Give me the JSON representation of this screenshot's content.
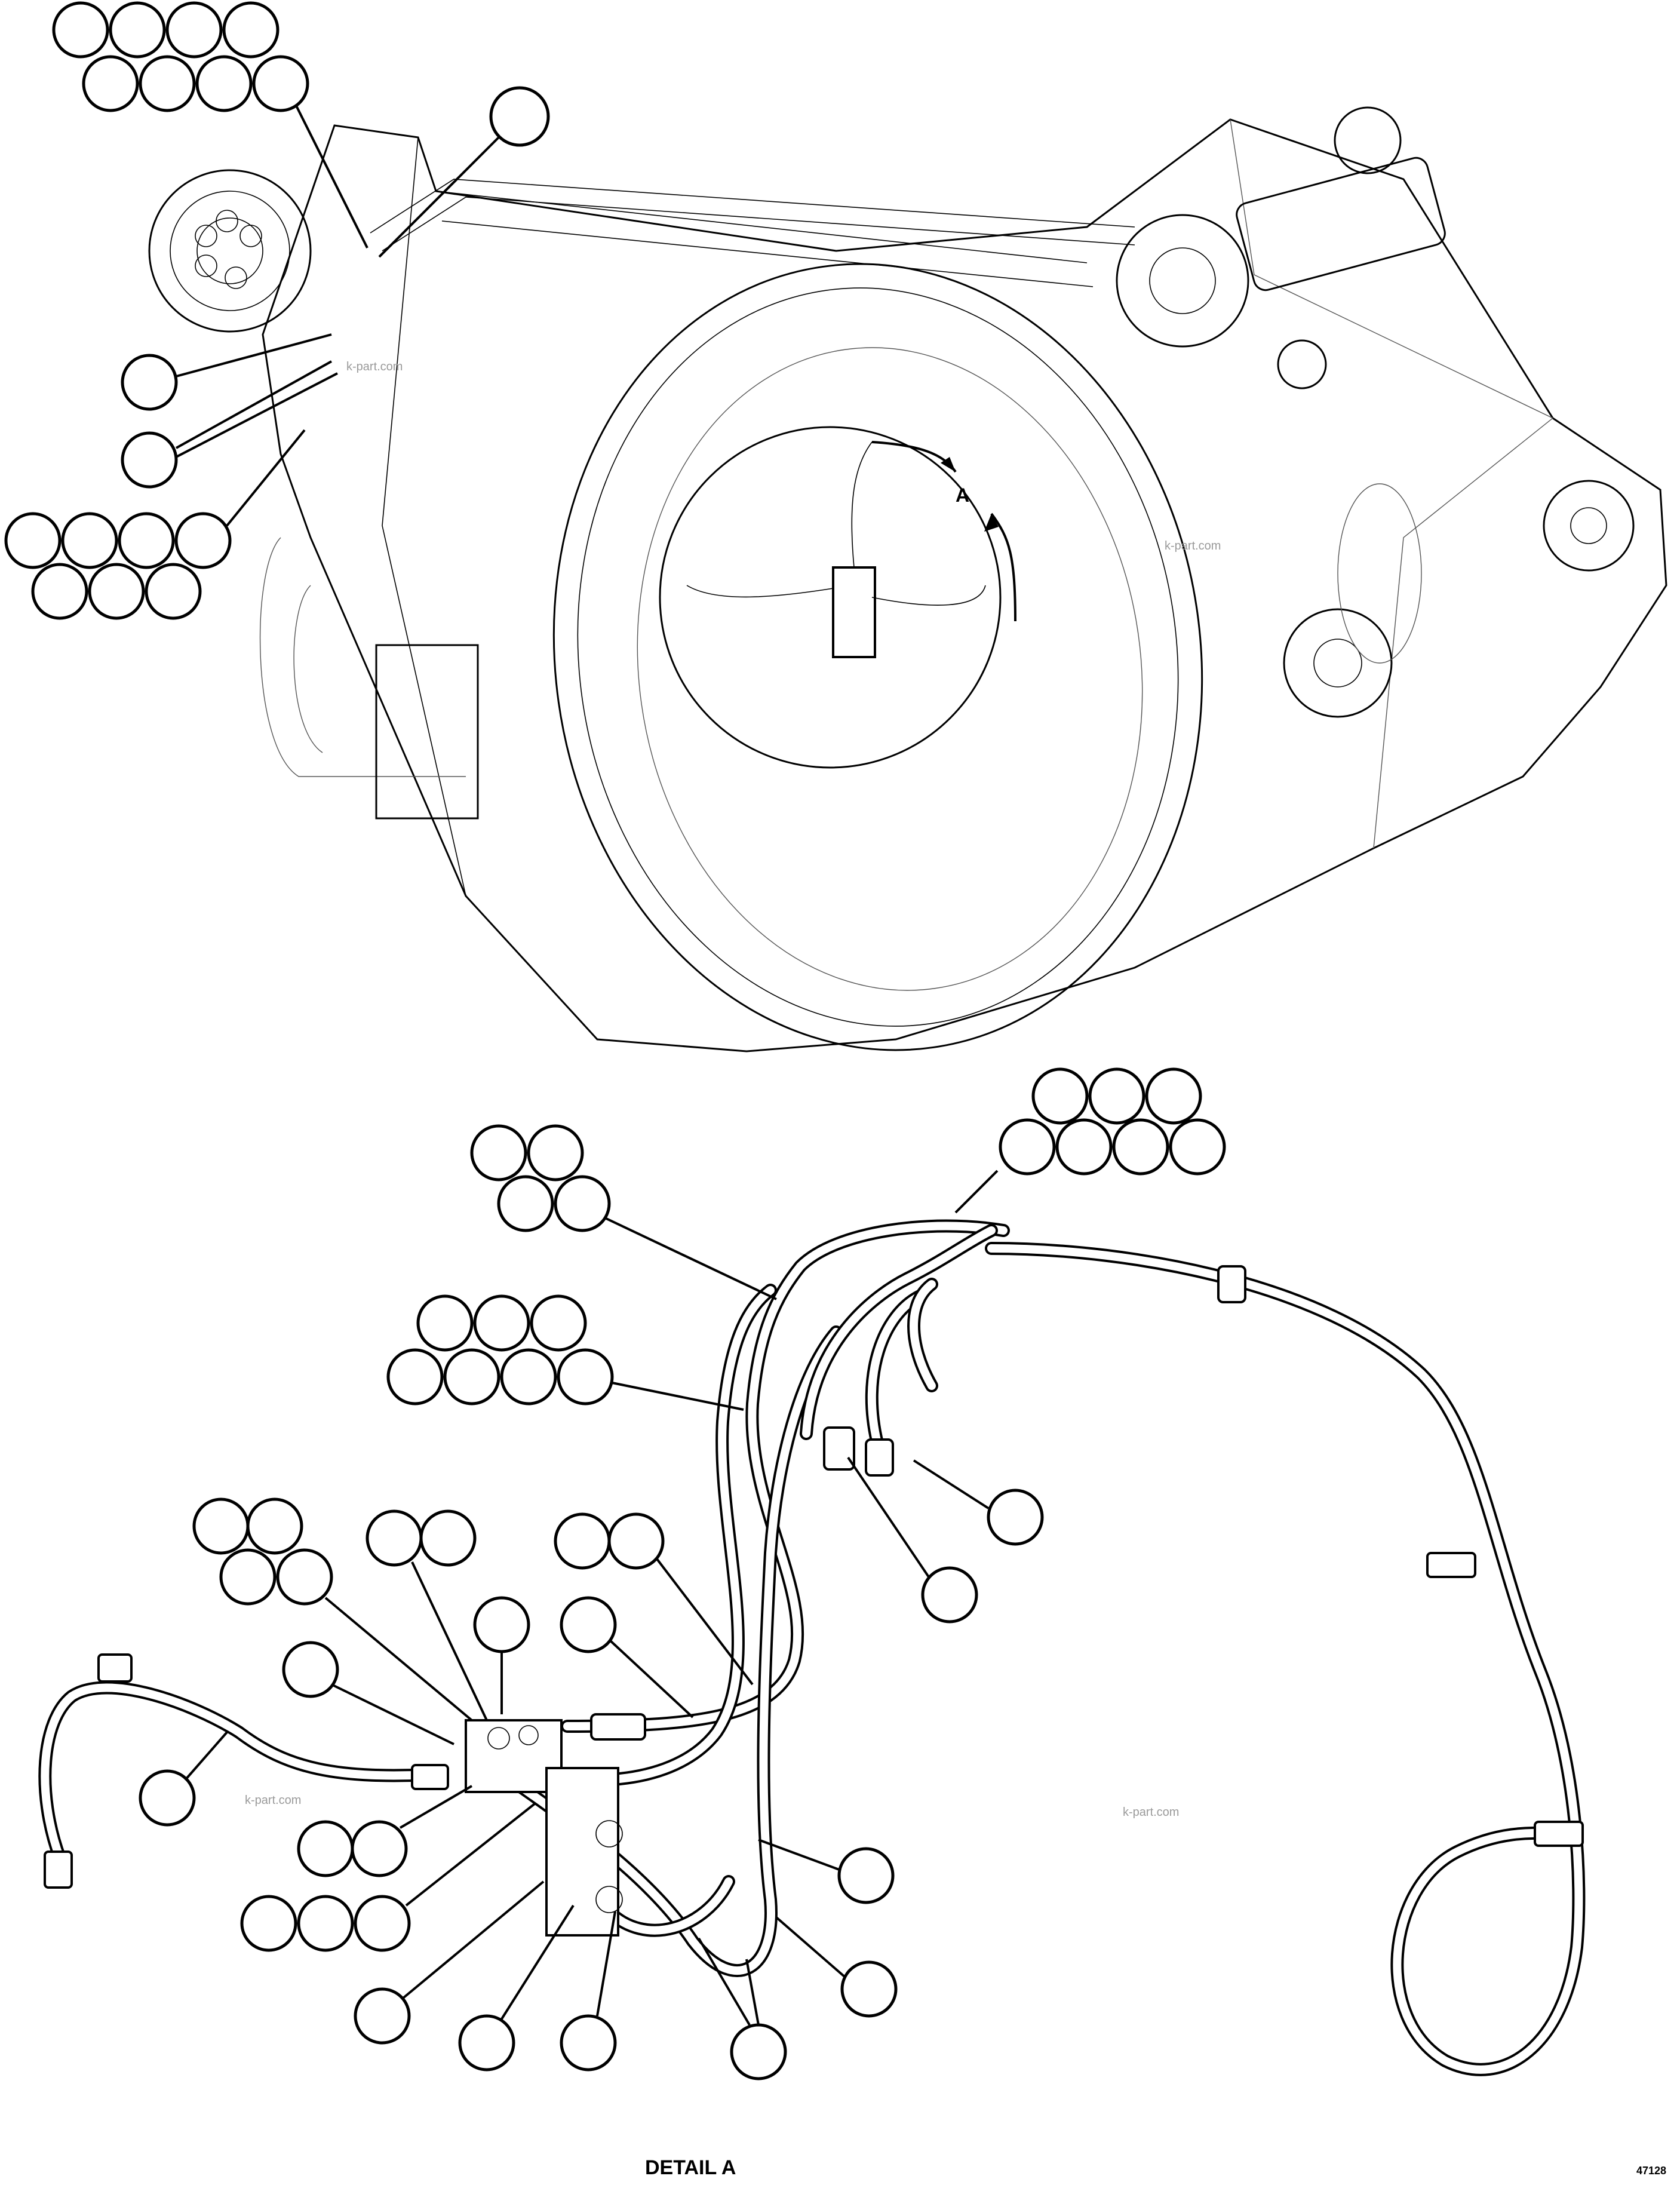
{
  "detail_marker": "A",
  "caption": "DETAIL A",
  "figure_id": "47128",
  "watermarks": [
    "k-part.com",
    "k-part.com",
    "k-part.com",
    "k-part.com"
  ]
}
